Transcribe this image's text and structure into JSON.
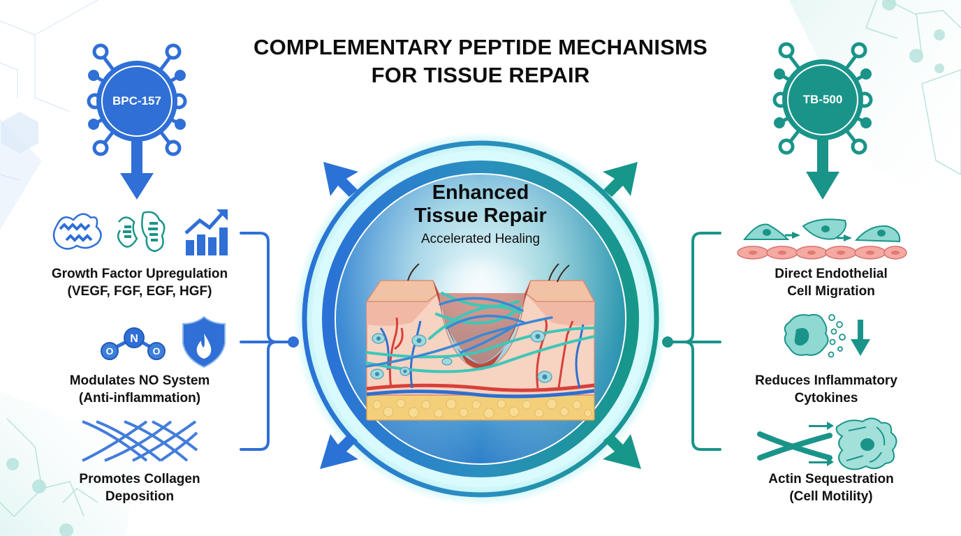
{
  "title": {
    "line1": "COMPLEMENTARY PEPTIDE MECHANISMS",
    "line2": "FOR TISSUE REPAIR"
  },
  "colors": {
    "bpc_blue": "#2f6fd6",
    "tb_teal": "#1a9489",
    "skin_pink": "#f2b8a6",
    "wound_red": "#b94a3c",
    "fat_yellow": "#f3cf7a",
    "vessel_red": "#d8403a",
    "vessel_blue": "#2e6fd0",
    "fiber_teal": "#3ec7b8"
  },
  "left_peptide": {
    "name": "BPC-157",
    "icon": "molecule-hub-icon",
    "mechanisms": [
      {
        "line1": "Growth Factor Upregulation",
        "line2": "(VEGF, FGF, EGF, HGF)",
        "icons": [
          "protein-helix-icon",
          "protein-fold-icon",
          "growth-chart-icon"
        ]
      },
      {
        "line1": "Modulates NO System",
        "line2": "(Anti-inflammation)",
        "icons": [
          "nitric-oxide-molecule-icon",
          "flame-shield-icon"
        ],
        "molecule_atoms": [
          "O",
          "N",
          "O"
        ]
      },
      {
        "line1": "Promotes Collagen",
        "line2": "Deposition",
        "icons": [
          "collagen-mesh-icon"
        ]
      }
    ]
  },
  "right_peptide": {
    "name": "TB-500",
    "icon": "molecule-hub-icon",
    "mechanisms": [
      {
        "line1": "Direct Endothelial",
        "line2": "Cell Migration",
        "icons": [
          "cell-migration-icon"
        ]
      },
      {
        "line1": "Reduces Inflammatory",
        "line2": "Cytokines",
        "icons": [
          "immune-cell-icon",
          "down-arrow-icon"
        ]
      },
      {
        "line1": "Actin Sequestration",
        "line2": "(Cell Motility)",
        "icons": [
          "actin-filament-icon",
          "motile-cell-icon"
        ]
      }
    ]
  },
  "center": {
    "title_line1": "Enhanced",
    "title_line2": "Tissue Repair",
    "subtitle": "Accelerated Healing",
    "illustration": "skin-wound-cross-section"
  }
}
